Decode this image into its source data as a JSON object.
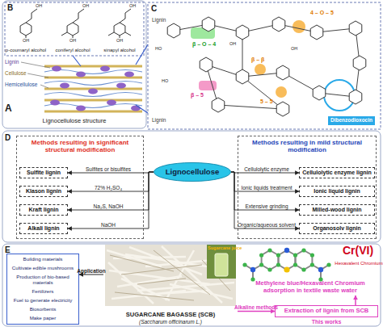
{
  "diagram": {
    "nodes": [
      {
        "text": [
          "Lignocellulose"
        ]
      },
      {
        "text": [
          "Methods resulting in significant structural modification"
        ]
      },
      {
        "text": [
          "Sulfite lignin"
        ],
        "in": 1
      },
      {
        "text": [
          "Klason lignin"
        ],
        "in": 1
      },
      {
        "text": [
          "Kraft lignin"
        ],
        "in": 1
      },
      {
        "text": [
          "Alkali lignin"
        ],
        "in": 1
      },
      {
        "text": [
          "Methods resulting in mild structural modification"
        ]
      },
      {
        "text": [
          "Cellulolytic enzyme lignin"
        ],
        "in": 6
      },
      {
        "text": [
          "Ionic liquid lignin"
        ],
        "in": 6
      },
      {
        "text": [
          "Milled-wood lignin"
        ],
        "in": 6
      },
      {
        "text": [
          "Organosolv lignin"
        ],
        "in": 6
      },
      {
        "text": [
          "Building materials",
          "Cultivate edible mushrooms",
          "Production of bio-based materials",
          "Fertilizers",
          "Fuel to generate electricity",
          "Biosorbents",
          "Make paper"
        ]
      },
      {
        "text": [
          "SUGARCANE BAGASSE (SCB)",
          "(Saccharum officinarum L.)"
        ]
      },
      {
        "text": [
          "Extraction of lignin from SCB"
        ]
      },
      {
        "text": [
          "Methylene blue/Hexavalent Chromium adsorption in textile waste water"
        ]
      }
    ],
    "edges": [
      {
        "from": 0,
        "to": 2,
        "arrow": "to",
        "label": "Sulfites or bisulfites"
      },
      {
        "from": 0,
        "to": 3,
        "arrow": "to",
        "label": "72% H₂SO₄"
      },
      {
        "from": 0,
        "to": 4,
        "arrow": "to",
        "label": "Na₂S, NaOH"
      },
      {
        "from": 0,
        "to": 5,
        "arrow": "to",
        "label": "NaOH"
      },
      {
        "from": 0,
        "to": 7,
        "arrow": "to",
        "label": "Cellulolytic enzyme"
      },
      {
        "from": 0,
        "to": 8,
        "arrow": "to",
        "label": "Ionic liquids treatment"
      },
      {
        "from": 0,
        "to": 9,
        "arrow": "to",
        "label": "Extensive grinding"
      },
      {
        "from": 0,
        "to": 10,
        "arrow": "to",
        "label": "Organic/aqueous solvent"
      },
      {
        "from": 12,
        "to": 11,
        "arrow": "to",
        "label": "Application"
      },
      {
        "from": 12,
        "to": 13,
        "arrow": "to",
        "label": "Alkaline methods"
      },
      {
        "from": 13,
        "to": 14,
        "arrow": "to"
      }
    ],
    "labels": [
      "A",
      "B",
      "C",
      "Lignin",
      "Cellulose",
      "Hemicellulose",
      "Lignocellulose structure",
      "p-coumaryl alcohol",
      "coniferyl alcohol",
      "sinapyl alcohol",
      "OH",
      "OH",
      "OH",
      "OH",
      "OH",
      "OH",
      "Lignin",
      "Lignin",
      "β – O – 4",
      "4 – O – 5",
      "β – β",
      "β – 5",
      "5 – 5",
      "Dibenzodioxocin",
      "HO",
      "OH",
      "OH",
      "HO",
      "D",
      "E",
      "Sugarcane juice",
      "Cr(VI)",
      "Hexavalent Chromium",
      "This works"
    ]
  }
}
